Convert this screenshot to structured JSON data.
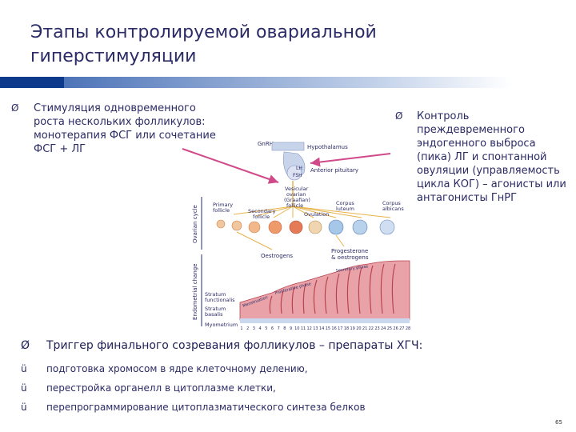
{
  "slide": {
    "title": "Этапы контролируемой овариальной гиперстимуляции",
    "left_bullet": "Стимуляция одновременного роста нескольких фолликулов: монотерапия ФСГ или сочетание ФСГ + ЛГ",
    "right_bullet": "Контроль преждевременного эндогенного выброса (пика) ЛГ и спонтанной овуляции (управляемость цикла КОГ) – агонисты или антагонисты ГнРГ",
    "bottom_main": "Триггер финального созревания фолликулов – препараты ХГЧ:",
    "bottom_items": [
      "подготовка хромосом в ядре клеточному делению,",
      "перестройка органелл в цитоплазме клетки,",
      "перепрограммирование цитоплазматического синтеза белков"
    ],
    "page_number": "65",
    "arrow_glyph": "Ø",
    "check_glyph": "ü"
  },
  "diagram": {
    "labels": {
      "gnrh": "GnRH",
      "hypothalamus": "Hypothalamus",
      "lh": "LH",
      "fsh": "FSH",
      "anterior_pituitary": "Anterior pituitary",
      "vesicular": "Vesicular",
      "ovarian": "ovarian",
      "graafian": "(Graafian)",
      "follicle": "follicle",
      "corpus_luteum_1": "Corpus",
      "corpus_luteum_2": "luteum",
      "corpus_albicans_1": "Corpus",
      "corpus_albicans_2": "albicans",
      "primary_1": "Primary",
      "primary_2": "follicle",
      "secondary_1": "Secondary",
      "secondary_2": "follicle",
      "ovulation": "Ovulation",
      "oestrogens": "Oestrogens",
      "progesterone_1": "Progesterone",
      "progesterone_2": "& oestrogens",
      "ovarian_cycle": "Ovarian cycle",
      "endometrial_change": "Endometrial change",
      "stratum_functionalis_1": "Stratum",
      "stratum_functionalis_2": "functionalis",
      "stratum_basalis_1": "Stratum",
      "stratum_basalis_2": "basalis",
      "myometrium": "Myometrium",
      "phase_1": "Menstruation",
      "phase_2": "Proliferative phase",
      "phase_3": "Secretory phase"
    },
    "days": [
      "1",
      "2",
      "3",
      "4",
      "5",
      "6",
      "7",
      "8",
      "9",
      "10",
      "11",
      "12",
      "13",
      "14",
      "15",
      "16",
      "17",
      "18",
      "19",
      "20",
      "21",
      "22",
      "23",
      "24",
      "25",
      "26",
      "27",
      "28"
    ],
    "colors": {
      "title_bar": "#0d3a8a",
      "text": "#2b2b66",
      "axis_line": "#1c2f7a",
      "endometrium": "#e9a3a8",
      "endometrium_dark": "#b8434f",
      "hormone_line": "#e8b34a",
      "arrow": "#d04a8a"
    }
  }
}
